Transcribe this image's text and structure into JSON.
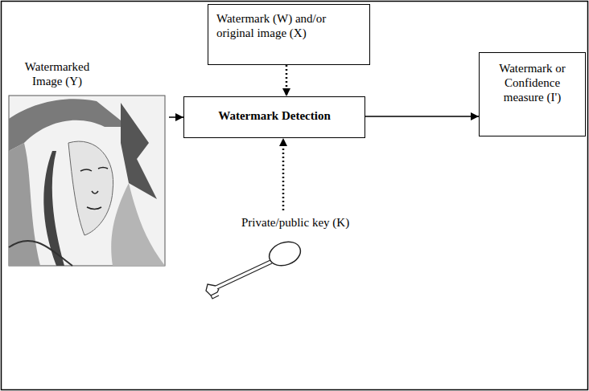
{
  "diagram": {
    "nodes": [
      {
        "text": [
          "Watermark (W) and/or original image (X)"
        ]
      },
      {
        "text": [
          "Watermarked Image (Y)"
        ]
      },
      {
        "text": [
          "Watermark Detection"
        ]
      },
      {
        "text": [
          "Watermark or Confidence measure (I')"
        ]
      },
      {
        "text": [
          "Private/public key (K)"
        ]
      }
    ],
    "edges": [
      {
        "from": 1,
        "to": 2,
        "arrow": "to"
      },
      {
        "from": 0,
        "to": 2,
        "arrow": "to"
      },
      {
        "from": 4,
        "to": 2,
        "arrow": "to"
      },
      {
        "from": 2,
        "to": 3,
        "arrow": "to"
      }
    ]
  }
}
